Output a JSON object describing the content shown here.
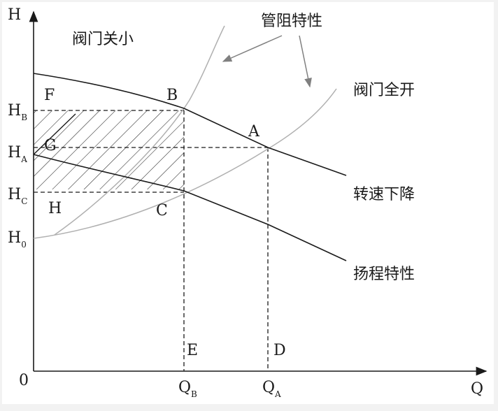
{
  "axes": {
    "y_label": "H",
    "x_label": "Q",
    "origin": "0"
  },
  "y_ticks": {
    "hb": {
      "main": "H",
      "sub": "B"
    },
    "ha": {
      "main": "H",
      "sub": "A"
    },
    "hc": {
      "main": "H",
      "sub": "C"
    },
    "h0": {
      "main": "H",
      "sub": "0"
    }
  },
  "x_ticks": {
    "qb": {
      "main": "Q",
      "sub": "B"
    },
    "qa": {
      "main": "Q",
      "sub": "A"
    }
  },
  "points": {
    "a": "A",
    "b": "B",
    "c": "C",
    "d": "D",
    "e": "E",
    "f": "F",
    "g": "G",
    "h": "H"
  },
  "annotations": {
    "valve_small": "阀门关小",
    "pipe_resistance": "管阻特性",
    "valve_full": "阀门全开",
    "speed_down": "转速下降",
    "head_curve": "扬程特性"
  },
  "colors": {
    "line": "#1a1a1a",
    "curve_gray": "#b0b0b0",
    "arrow_gray": "#808080",
    "background": "#ffffff"
  }
}
